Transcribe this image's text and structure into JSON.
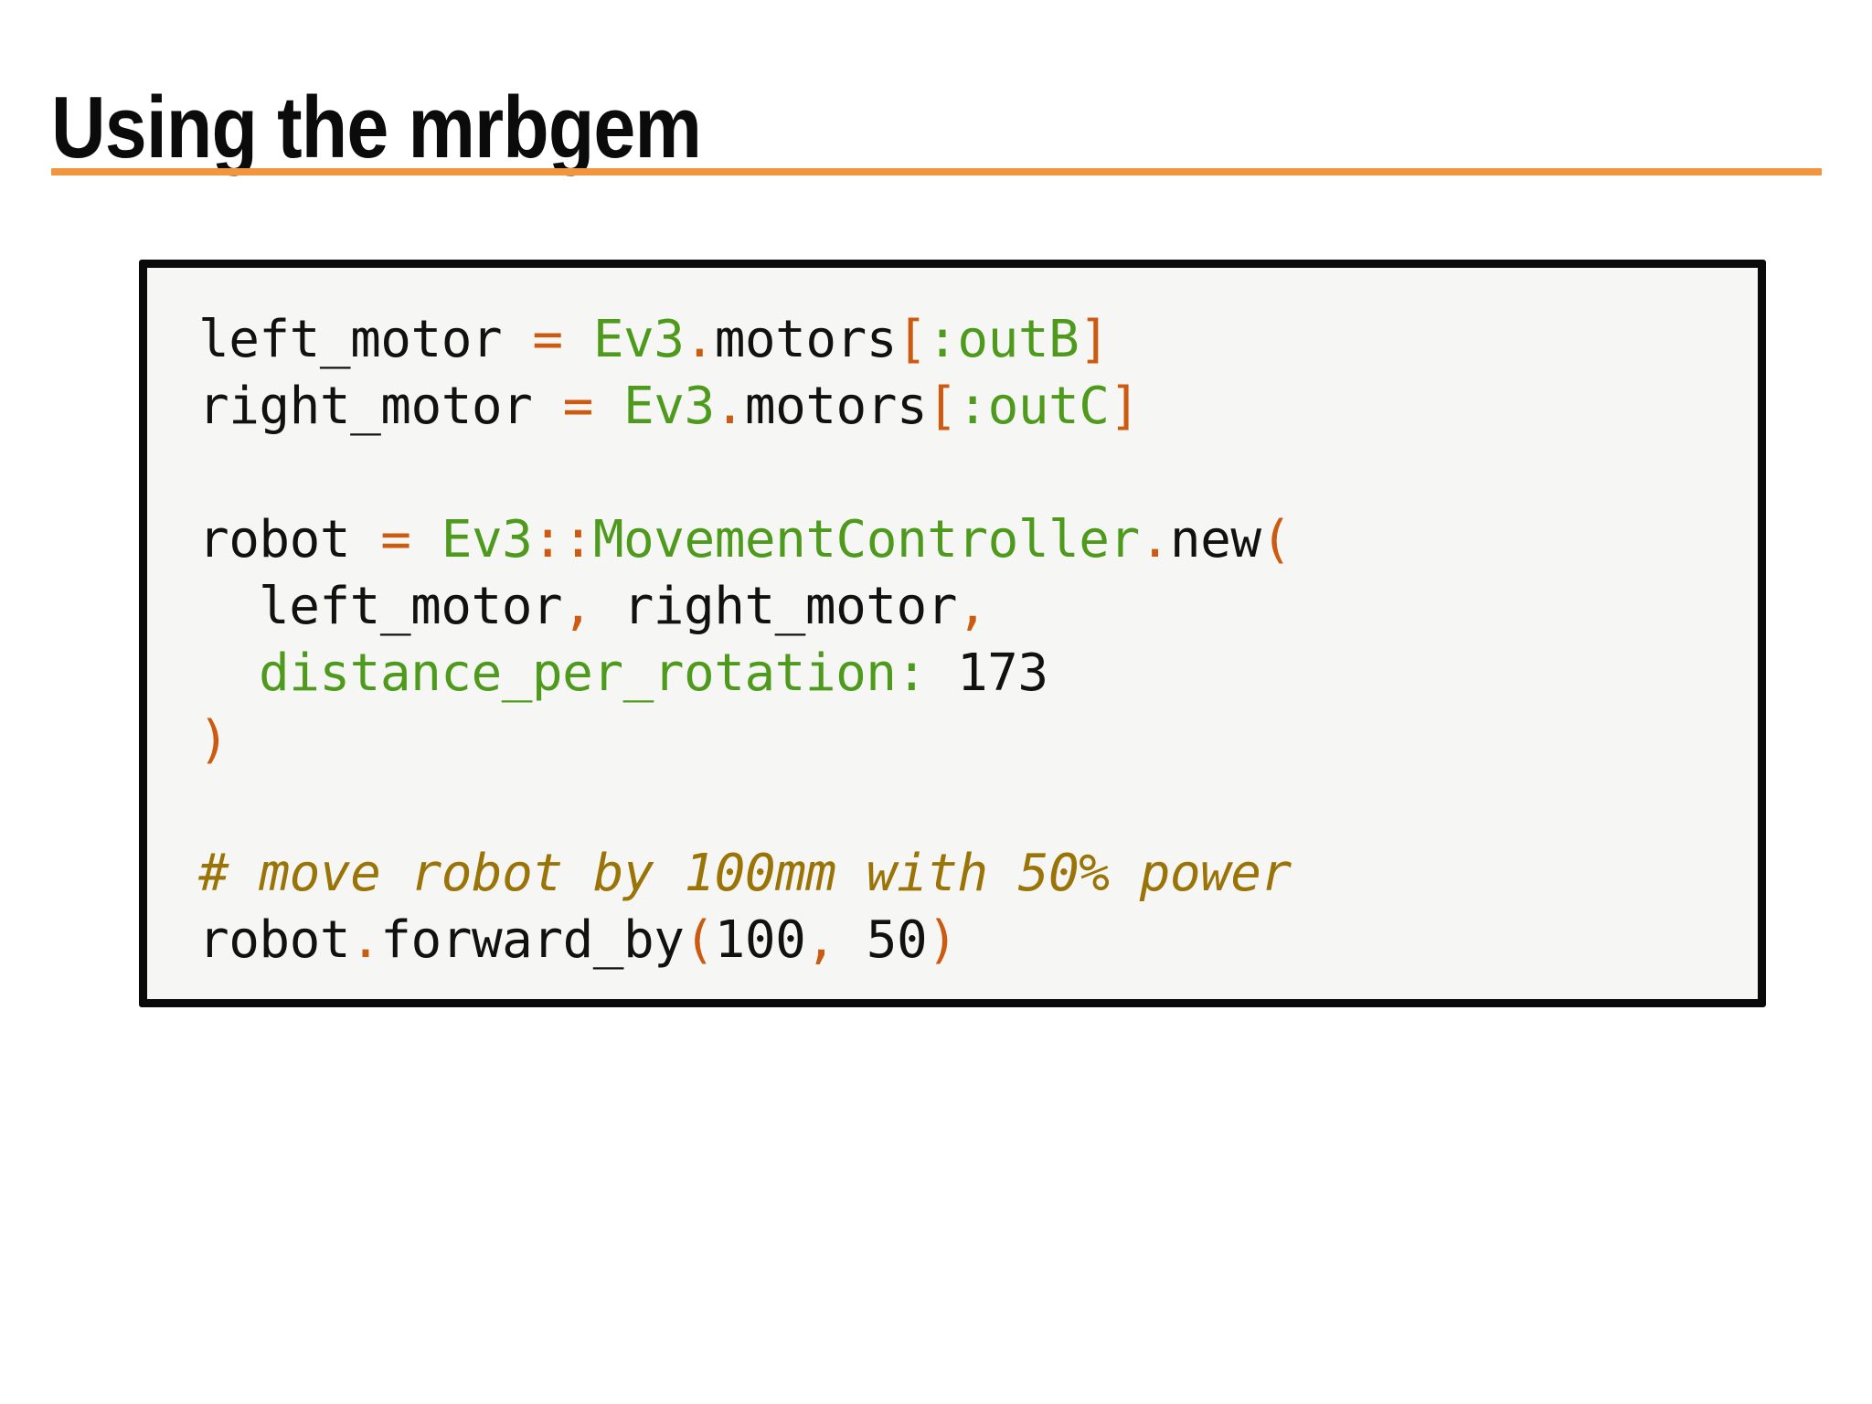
{
  "slide": {
    "title": "Using the mrbgem",
    "accent_color": "#f2963e",
    "code_box": {
      "background": "#f6f6f4",
      "border_color": "#0a0a0a",
      "language": "ruby",
      "colors": {
        "plain": "#111111",
        "identifier_green": "#4e9a1c",
        "operator_orange": "#cc5a10",
        "comment": "#9a7407"
      },
      "lines": [
        {
          "id": "line-1",
          "indent": 0,
          "tokens": [
            {
              "t": "left_motor ",
              "c": "plain"
            },
            {
              "t": "=",
              "c": "orange"
            },
            {
              "t": " ",
              "c": "plain"
            },
            {
              "t": "Ev3",
              "c": "green"
            },
            {
              "t": ".",
              "c": "orange"
            },
            {
              "t": "motors",
              "c": "plain"
            },
            {
              "t": "[",
              "c": "orange"
            },
            {
              "t": ":outB",
              "c": "green"
            },
            {
              "t": "]",
              "c": "orange"
            }
          ],
          "plain_text": "left_motor = Ev3.motors[:outB]"
        },
        {
          "id": "line-2",
          "indent": 0,
          "tokens": [
            {
              "t": "right_motor ",
              "c": "plain"
            },
            {
              "t": "=",
              "c": "orange"
            },
            {
              "t": " ",
              "c": "plain"
            },
            {
              "t": "Ev3",
              "c": "green"
            },
            {
              "t": ".",
              "c": "orange"
            },
            {
              "t": "motors",
              "c": "plain"
            },
            {
              "t": "[",
              "c": "orange"
            },
            {
              "t": ":outC",
              "c": "green"
            },
            {
              "t": "]",
              "c": "orange"
            }
          ],
          "plain_text": "right_motor = Ev3.motors[:outC]"
        },
        {
          "id": "line-3",
          "indent": 0,
          "tokens": [],
          "plain_text": ""
        },
        {
          "id": "line-4",
          "indent": 0,
          "tokens": [
            {
              "t": "robot ",
              "c": "plain"
            },
            {
              "t": "=",
              "c": "orange"
            },
            {
              "t": " ",
              "c": "plain"
            },
            {
              "t": "Ev3",
              "c": "green"
            },
            {
              "t": "::",
              "c": "orange"
            },
            {
              "t": "MovementController",
              "c": "green"
            },
            {
              "t": ".",
              "c": "orange"
            },
            {
              "t": "new",
              "c": "plain"
            },
            {
              "t": "(",
              "c": "orange"
            }
          ],
          "plain_text": "robot = Ev3::MovementController.new("
        },
        {
          "id": "line-5",
          "indent": 1,
          "tokens": [
            {
              "t": "left_motor",
              "c": "plain"
            },
            {
              "t": ",",
              "c": "orange"
            },
            {
              "t": " right_motor",
              "c": "plain"
            },
            {
              "t": ",",
              "c": "orange"
            }
          ],
          "plain_text": "  left_motor, right_motor,"
        },
        {
          "id": "line-6",
          "indent": 1,
          "tokens": [
            {
              "t": "distance_per_rotation:",
              "c": "green"
            },
            {
              "t": " 173",
              "c": "plain"
            }
          ],
          "plain_text": "  distance_per_rotation: 173"
        },
        {
          "id": "line-7",
          "indent": 0,
          "tokens": [
            {
              "t": ")",
              "c": "orange"
            }
          ],
          "plain_text": ")"
        },
        {
          "id": "line-8",
          "indent": 0,
          "tokens": [],
          "plain_text": ""
        },
        {
          "id": "line-9",
          "indent": 0,
          "tokens": [
            {
              "t": "# move robot by 100mm with 50% power",
              "c": "comment"
            }
          ],
          "plain_text": "# move robot by 100mm with 50% power"
        },
        {
          "id": "line-10",
          "indent": 0,
          "tokens": [
            {
              "t": "robot",
              "c": "plain"
            },
            {
              "t": ".",
              "c": "orange"
            },
            {
              "t": "forward_by",
              "c": "plain"
            },
            {
              "t": "(",
              "c": "orange"
            },
            {
              "t": "100",
              "c": "plain"
            },
            {
              "t": ",",
              "c": "orange"
            },
            {
              "t": " 50",
              "c": "plain"
            },
            {
              "t": ")",
              "c": "orange"
            }
          ],
          "plain_text": "robot.forward_by(100, 50)"
        }
      ]
    }
  }
}
